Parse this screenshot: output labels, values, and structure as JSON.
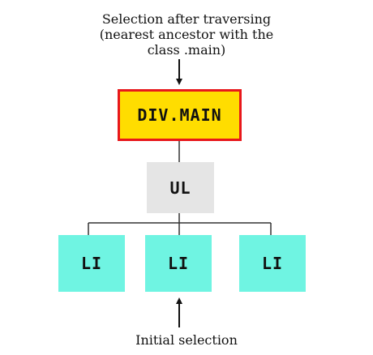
{
  "top_caption": {
    "line1": "Selection after traversing",
    "line2": "(nearest ancestor with the",
    "line3": "class .main)"
  },
  "bottom_caption": "Initial selection",
  "nodes": {
    "main": "DIV.MAIN",
    "ul": "UL",
    "li": [
      "LI",
      "LI",
      "LI"
    ]
  },
  "colors": {
    "main_fill": "#ffdd00",
    "main_border": "#e8171b",
    "ul_fill": "#e5e5e5",
    "li_fill": "#6ff4e2",
    "line": "#333333"
  }
}
